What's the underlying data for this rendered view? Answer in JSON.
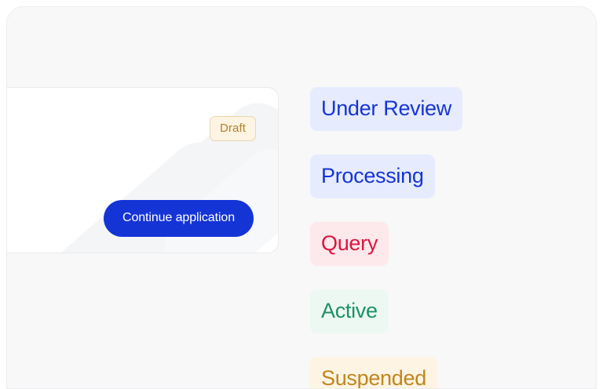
{
  "card": {
    "status_badge": "Draft",
    "primary_action": "Continue application"
  },
  "status_list": {
    "items": [
      {
        "label": "Under Review",
        "tone": "blue"
      },
      {
        "label": "Processing",
        "tone": "blue"
      },
      {
        "label": "Query",
        "tone": "pink"
      },
      {
        "label": "Active",
        "tone": "green"
      },
      {
        "label": "Suspended",
        "tone": "amber"
      }
    ]
  },
  "colors": {
    "page_background": "#FFFFFF",
    "panel_background": "#F8F8F9",
    "card_background": "#FFFFFF",
    "watermark": "#F4F5F7",
    "primary_blue": "#1534D6",
    "blue_tint": "#E6ECFE",
    "crimson": "#D8173F",
    "pink_tint": "#FDE8EC",
    "green": "#1E9168",
    "green_tint": "#EDF8F3",
    "amber": "#C2851B",
    "amber_tint": "#FDF4E4",
    "amber_border": "#EBD6AC"
  }
}
